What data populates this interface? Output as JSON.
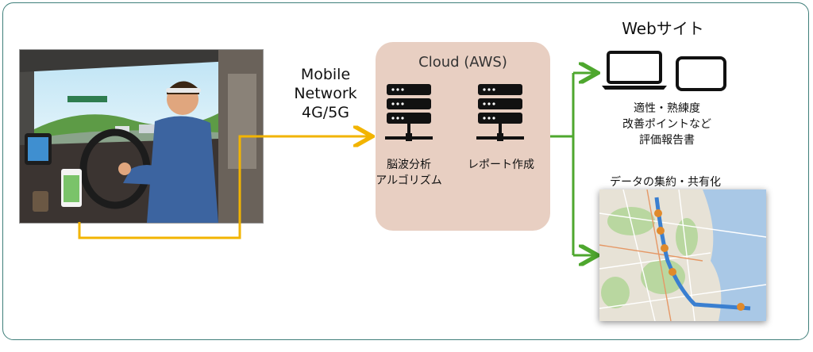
{
  "connection": {
    "lines": [
      "Mobile",
      "Network",
      "4G/5G"
    ]
  },
  "cloud": {
    "title": "Cloud (AWS)",
    "server1_label": [
      "脳波分析",
      "アルゴリズム"
    ],
    "server2_label": "レポート作成"
  },
  "website": {
    "title": "Webサイト",
    "report_lines": [
      "適性・熟練度",
      "改善ポイントなど",
      "評価報告書"
    ]
  },
  "sharing": {
    "title": "データの集約・共有化"
  },
  "colors": {
    "connector_yellow": "#f2b400",
    "arrow_orange": "#ed7d31",
    "arrow_green": "#4ea72e",
    "cloud_box": "#e8cfc2",
    "frame": "#3f7f7a"
  }
}
